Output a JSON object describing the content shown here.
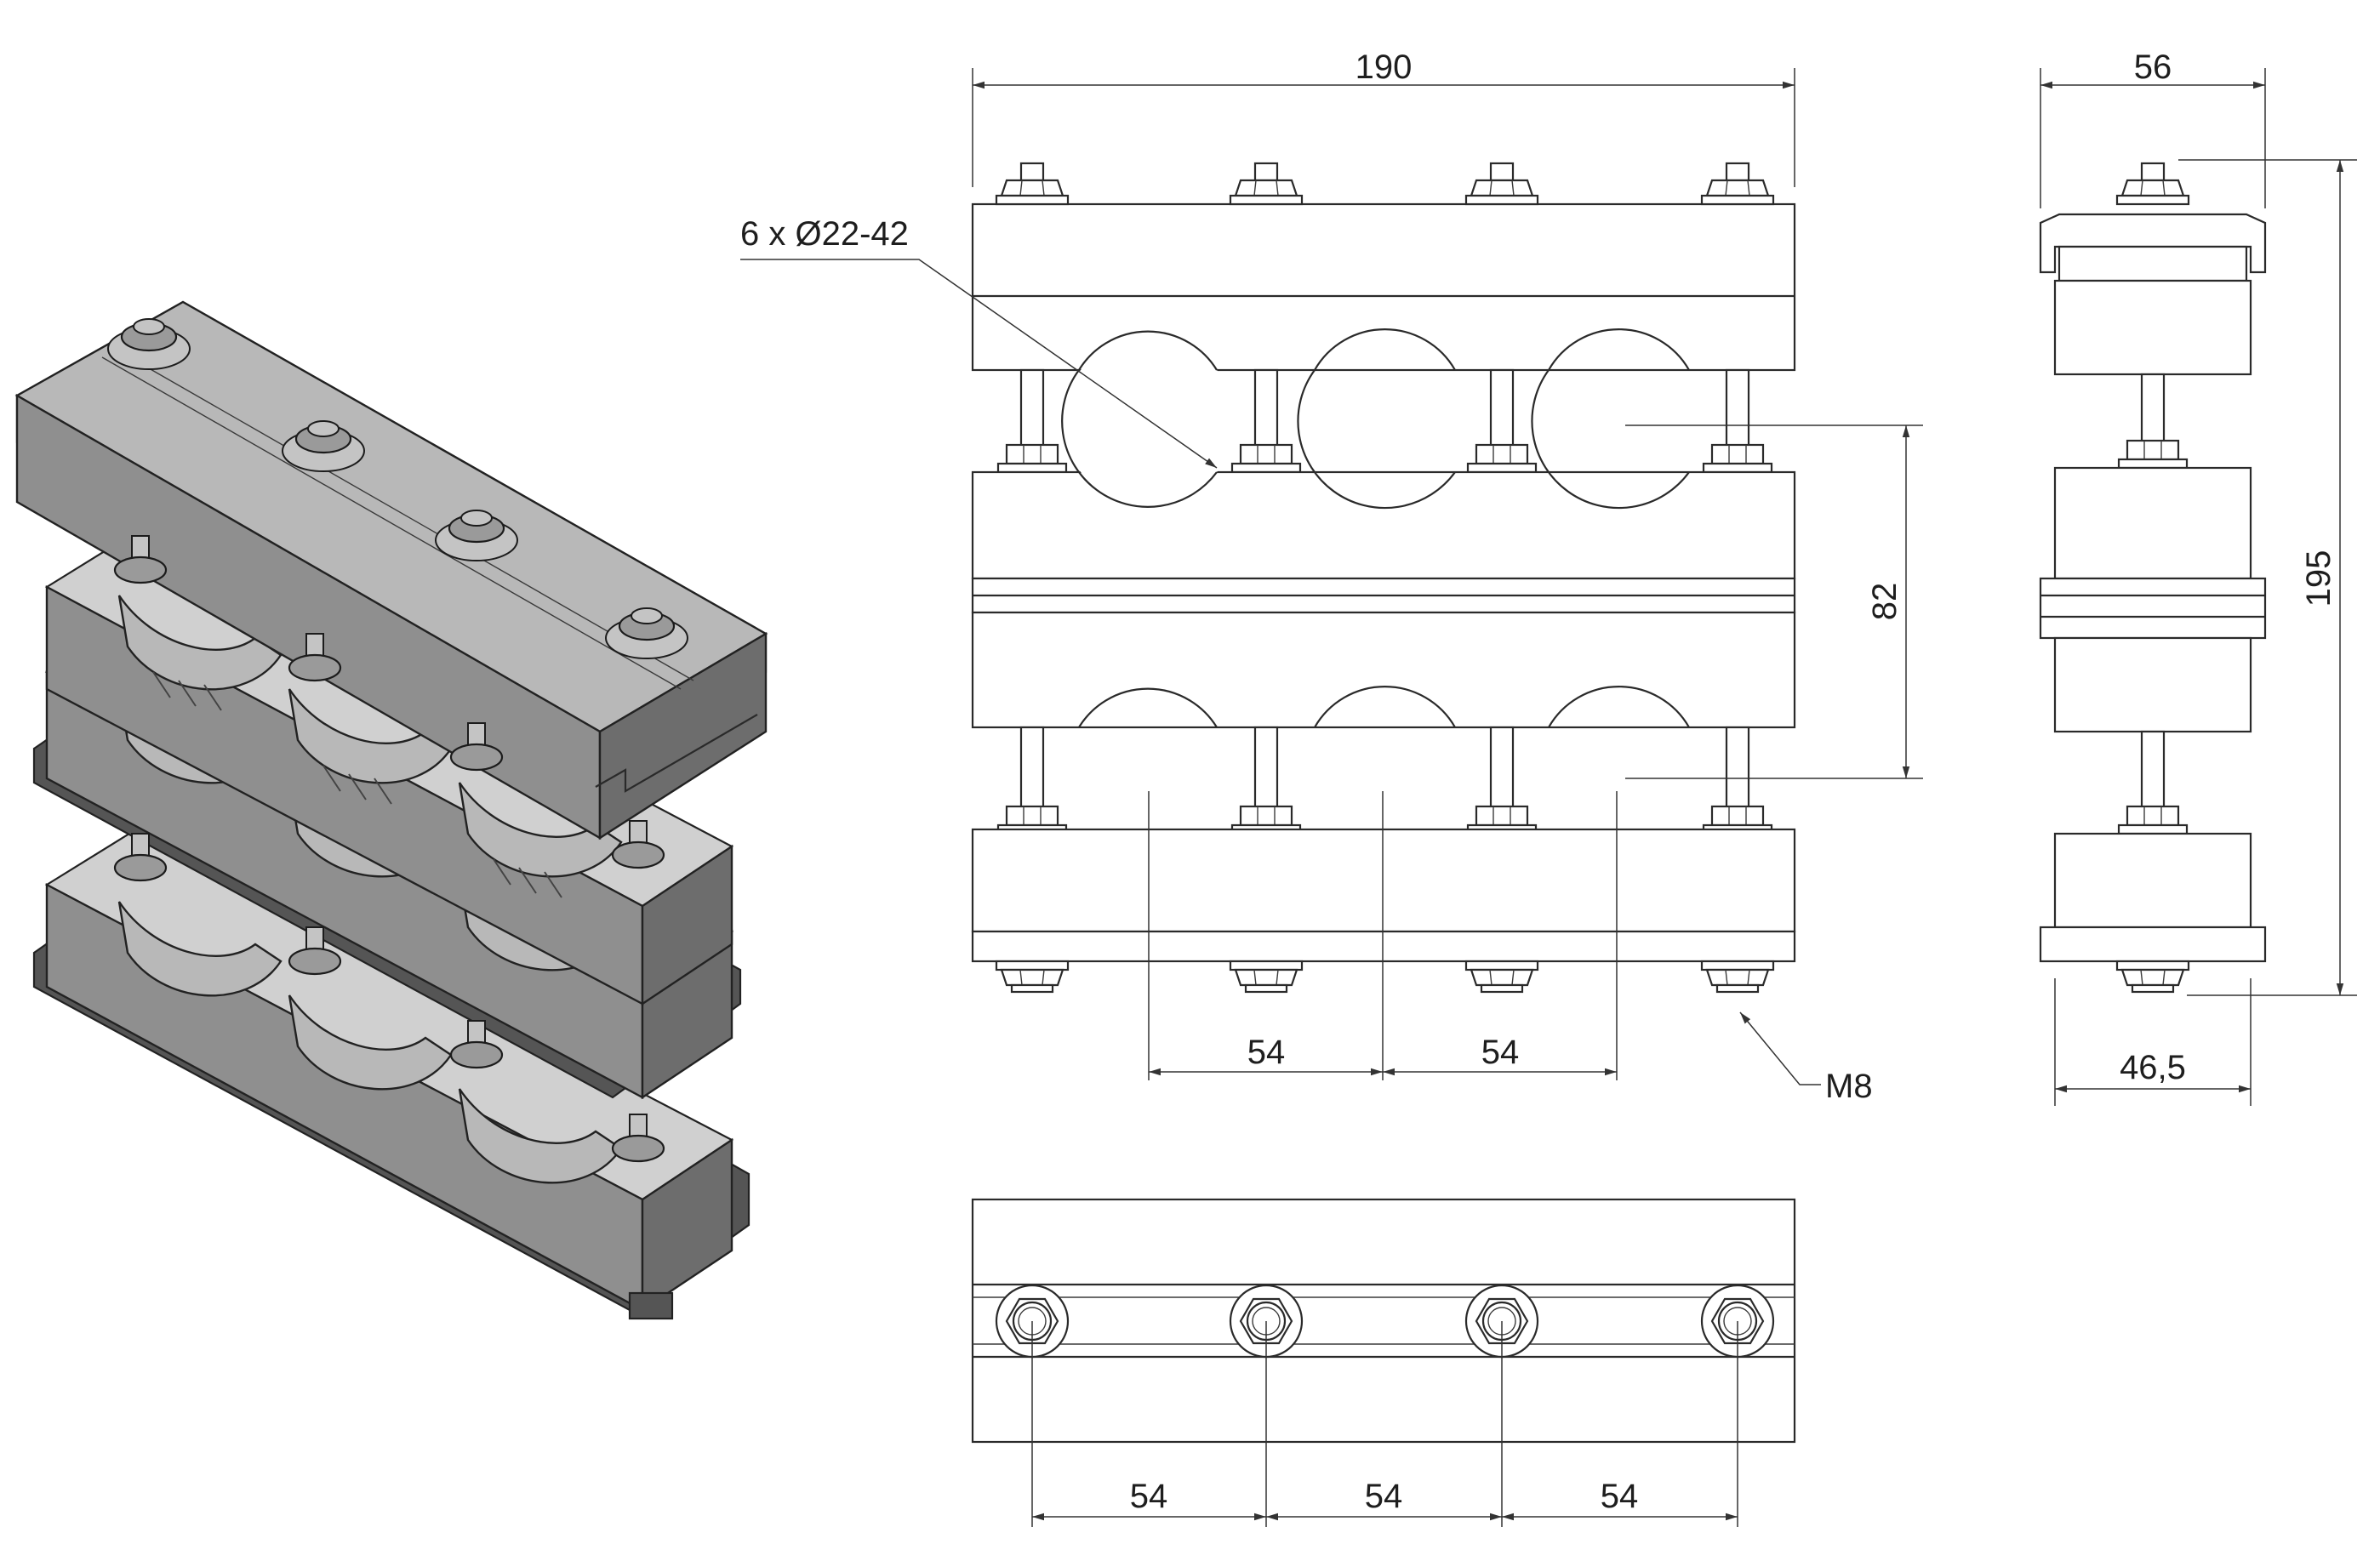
{
  "dimensions": {
    "overall_width": "190",
    "side_width": "56",
    "pipe_callout": "6 x Ø22-42",
    "row_pitch": "82",
    "overall_height": "195",
    "front_spacing_1": "54",
    "front_spacing_2": "54",
    "bolt_callout": "M8",
    "base_width": "46,5",
    "top_spacing_1": "54",
    "top_spacing_2": "54",
    "top_spacing_3": "54"
  }
}
